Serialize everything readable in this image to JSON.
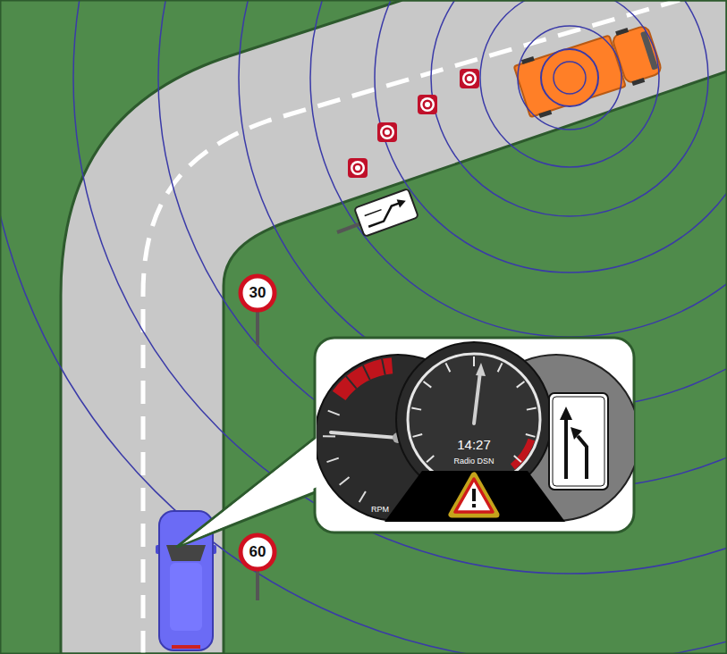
{
  "diagram": {
    "nodes": [
      {
        "text": [
          "30"
        ]
      },
      {
        "text": [
          "RPM"
        ]
      },
      {
        "text": [
          "14:27",
          "Radio DSN"
        ]
      },
      {
        "text": [
          "60"
        ]
      }
    ]
  }
}
